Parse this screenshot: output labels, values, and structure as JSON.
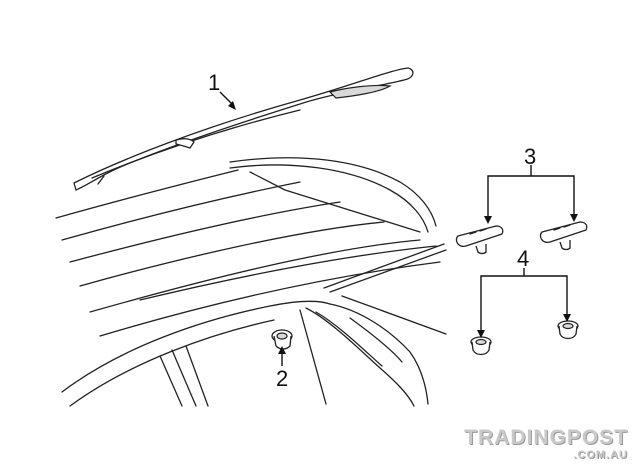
{
  "callouts": {
    "part1": "1",
    "part2": "2",
    "part3": "3",
    "part4": "4"
  },
  "watermark": {
    "main": "TRADINGPOST",
    "sub": ".COM.AU"
  }
}
